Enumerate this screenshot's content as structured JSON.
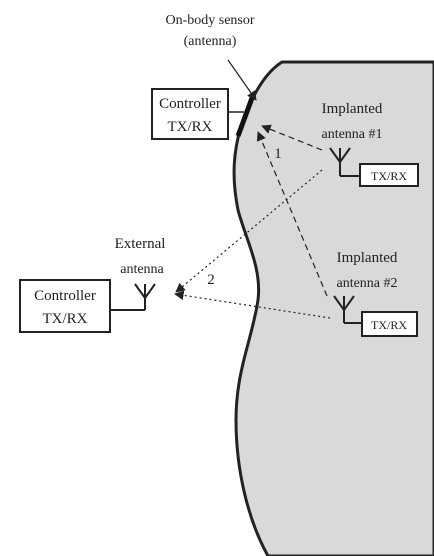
{
  "colors": {
    "body_fill": "#d9d9d9",
    "line": "#222222",
    "background": "#ffffff"
  },
  "diagram": {
    "sensor_label": {
      "line1": "On-body sensor",
      "line2": "(antenna)"
    },
    "controller_top": {
      "line1": "Controller",
      "line2": "TX/RX"
    },
    "implant1": {
      "line1": "Implanted",
      "line2": "antenna #1",
      "box": "TX/RX"
    },
    "implant2": {
      "line1": "Implanted",
      "line2": "antenna #2",
      "box": "TX/RX"
    },
    "external": {
      "line1": "External",
      "line2": "antenna"
    },
    "controller_bottom": {
      "line1": "Controller",
      "line2": "TX/RX"
    },
    "path1_label": "1",
    "path2_label": "2"
  }
}
